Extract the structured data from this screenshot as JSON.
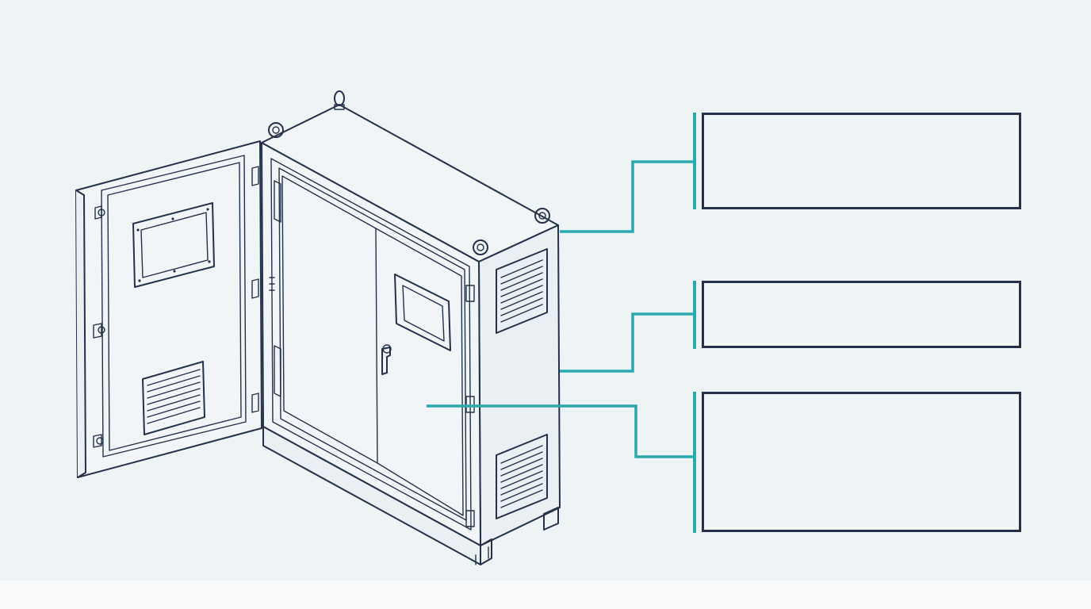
{
  "diagram": {
    "subject": "electrical-enclosure-cabinet",
    "accent_color": "#2aa9ad",
    "ink_color": "#23324a",
    "background_color": "#eef3f6",
    "callouts": [
      {
        "id": "top-eyebolt",
        "label": ""
      },
      {
        "id": "side-vent",
        "label": ""
      },
      {
        "id": "interior-mounting-panel",
        "label": ""
      }
    ]
  }
}
